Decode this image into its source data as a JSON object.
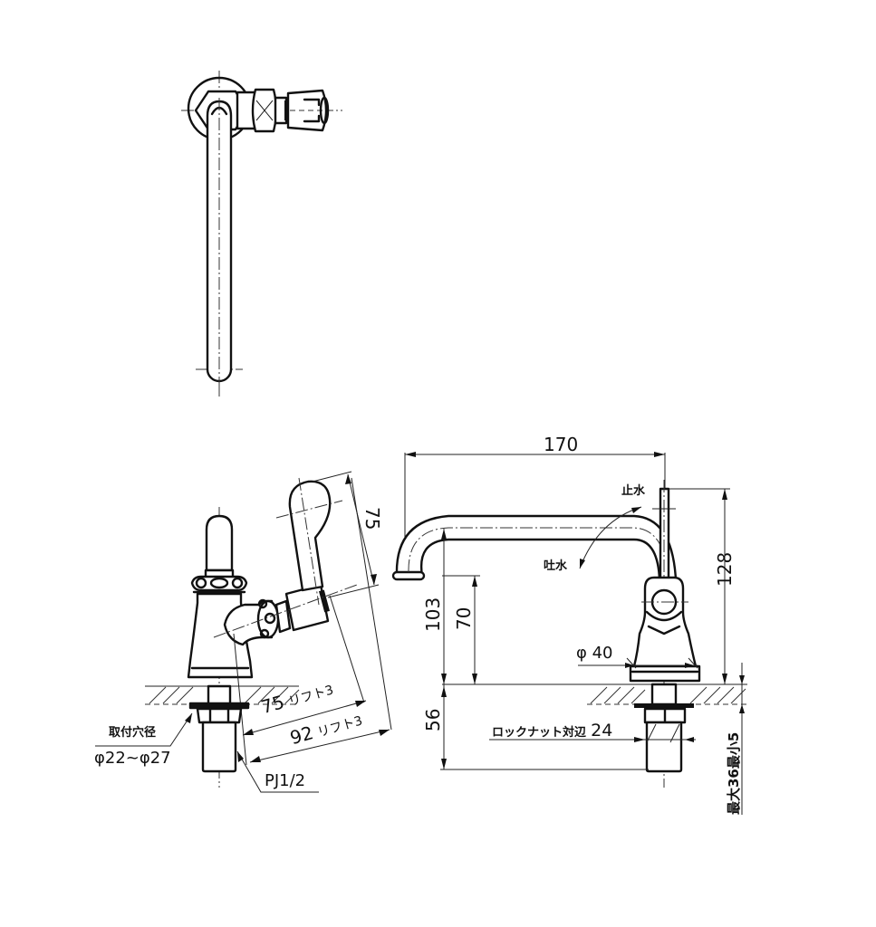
{
  "drawing": {
    "title": "Faucet technical drawing (plan view, side view, front view)",
    "views": [
      "top-view",
      "side-view",
      "front-view"
    ]
  },
  "dimensions": {
    "spout_length": "170",
    "lever_height": "75",
    "total_height": "128",
    "spout_height": "103",
    "spout_outlet_height": "70",
    "below_counter": "56",
    "base_diameter": "φ 40",
    "lever_reach_75": "75",
    "lever_reach_75_lift": "リフト3",
    "lever_reach_92": "92",
    "lever_reach_92_lift": "リフト3",
    "counter_thickness": "最大36最小5"
  },
  "labels": {
    "stop_water": "止水",
    "discharge_water": "吐水",
    "mounting_hole_title": "取付穴径",
    "mounting_hole_value": "φ22~φ27",
    "pipe_thread": "PJ1/2",
    "locknut_label": "ロックナット対辺",
    "locknut_value": "24"
  },
  "colors": {
    "line": "#111111",
    "background": "#ffffff"
  }
}
